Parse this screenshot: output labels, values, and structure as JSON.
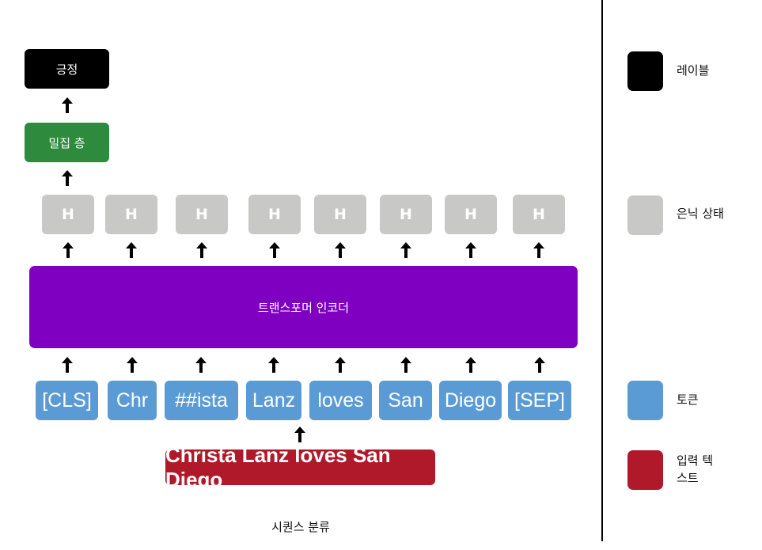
{
  "diagram": {
    "output_label": "긍정",
    "dense_layer": "밀집 층",
    "hidden_state_label": "H",
    "encoder": "트랜스포머 인코더",
    "tokens": [
      "[CLS]",
      "Chr",
      "##ista",
      "Lanz",
      "loves",
      "San",
      "Diego",
      "[SEP]"
    ],
    "input_text": "Christa Lanz loves San Diego",
    "caption": "시퀀스 분류"
  },
  "legend": {
    "items": [
      {
        "label": "레이블",
        "color": "#000000"
      },
      {
        "label": "은닉 상태",
        "color": "#c8c8c6"
      },
      {
        "label": "토큰",
        "color": "#5b9bd5"
      },
      {
        "label": "입력 텍스트",
        "color": "#b0192a"
      }
    ]
  },
  "colors": {
    "dense": "#2e8b3d",
    "encoder": "#7f00c0"
  }
}
